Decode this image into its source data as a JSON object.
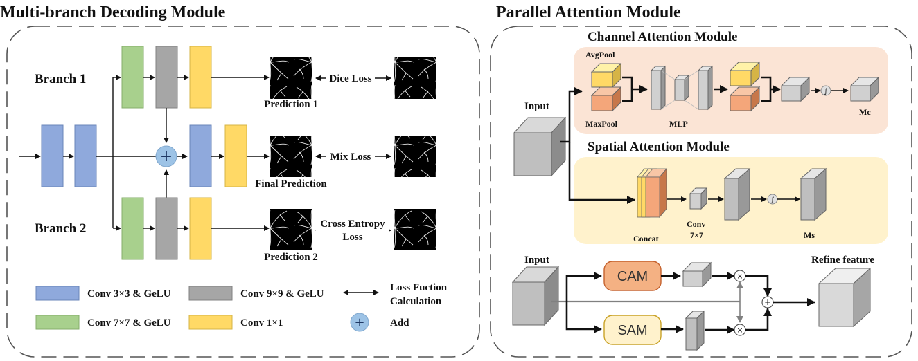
{
  "left": {
    "title": "Multi-branch Decoding Module",
    "branch1": "Branch 1",
    "branch2": "Branch 2",
    "prediction1": "Prediction 1",
    "final_prediction": "Final Prediction",
    "prediction2": "Prediction 2",
    "dice_loss": "Dice Loss",
    "mix_loss": "Mix Loss",
    "ce_loss_line1": "Cross Entropy",
    "ce_loss_line2": "Loss",
    "add_symbol": "+"
  },
  "legend": {
    "conv3": "Conv 3×3 & GeLU",
    "conv9": "Conv 9×9 & GeLU",
    "conv7": "Conv 7×7 & GeLU",
    "conv1": "Conv 1×1",
    "loss_line1": "Loss Fuction",
    "loss_line2": "Calculation",
    "add": "Add"
  },
  "right": {
    "title": "Parallel Attention Module",
    "cam_title": "Channel Attention Module",
    "sam_title": "Spatial Attention Module",
    "input": "Input",
    "avgpool": "AvgPool",
    "maxpool": "MaxPool",
    "mlp": "MLP",
    "mc": "Mc",
    "concat": "Concat",
    "conv": "Conv",
    "conv_size": "7×7",
    "ms": "Ms",
    "sigma": "∫",
    "input2": "Input",
    "cam": "CAM",
    "sam": "SAM",
    "refine": "Refine feature",
    "times": "×",
    "plus": "+"
  },
  "colors": {
    "blue": "#8FA9DC",
    "green": "#A8D08D",
    "gray": "#A6A6A6",
    "yellow": "#FFD966",
    "orange": "#F4A67A",
    "cam_bg": "#FBE4D5",
    "sam_bg": "#FFF2CC"
  }
}
